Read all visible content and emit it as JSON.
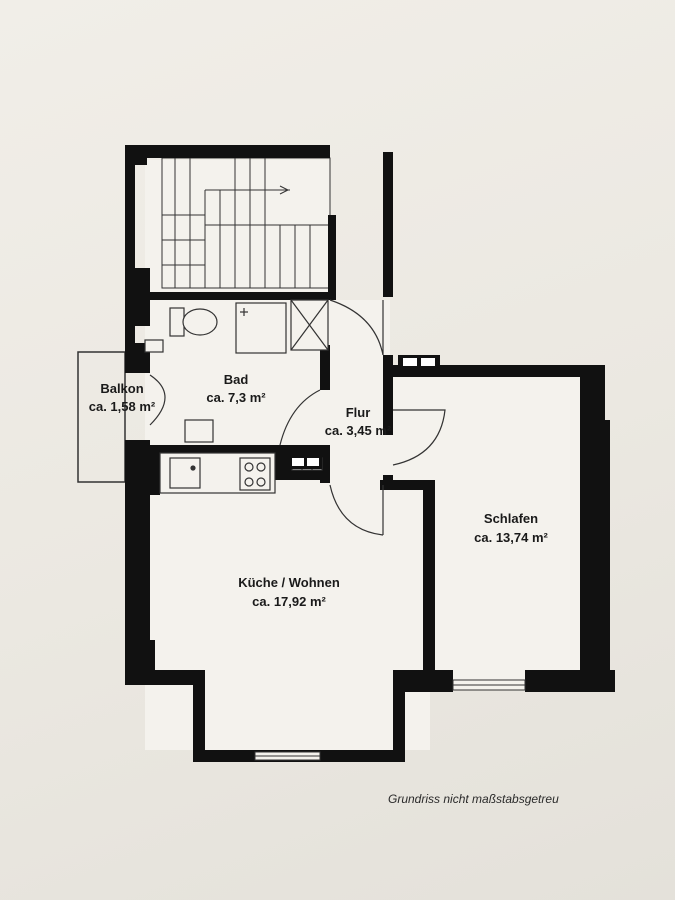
{
  "rooms": {
    "balkon": {
      "name": "Balkon",
      "area": "ca. 1,58 m²"
    },
    "bad": {
      "name": "Bad",
      "area": "ca. 7,3 m²"
    },
    "flur": {
      "name": "Flur",
      "area": "ca. 3,45 m²"
    },
    "schlafen": {
      "name": "Schlafen",
      "area": "ca. 13,74 m²"
    },
    "kueche_wohnen": {
      "name": "Küche / Wohnen",
      "area": "ca. 17,92 m²"
    }
  },
  "caption": "Grundriss nicht maßstabsgetreu",
  "colors": {
    "wall": "#111111",
    "paper": "#eeebe4",
    "floor": "#f3f1ec",
    "line": "#333333"
  }
}
